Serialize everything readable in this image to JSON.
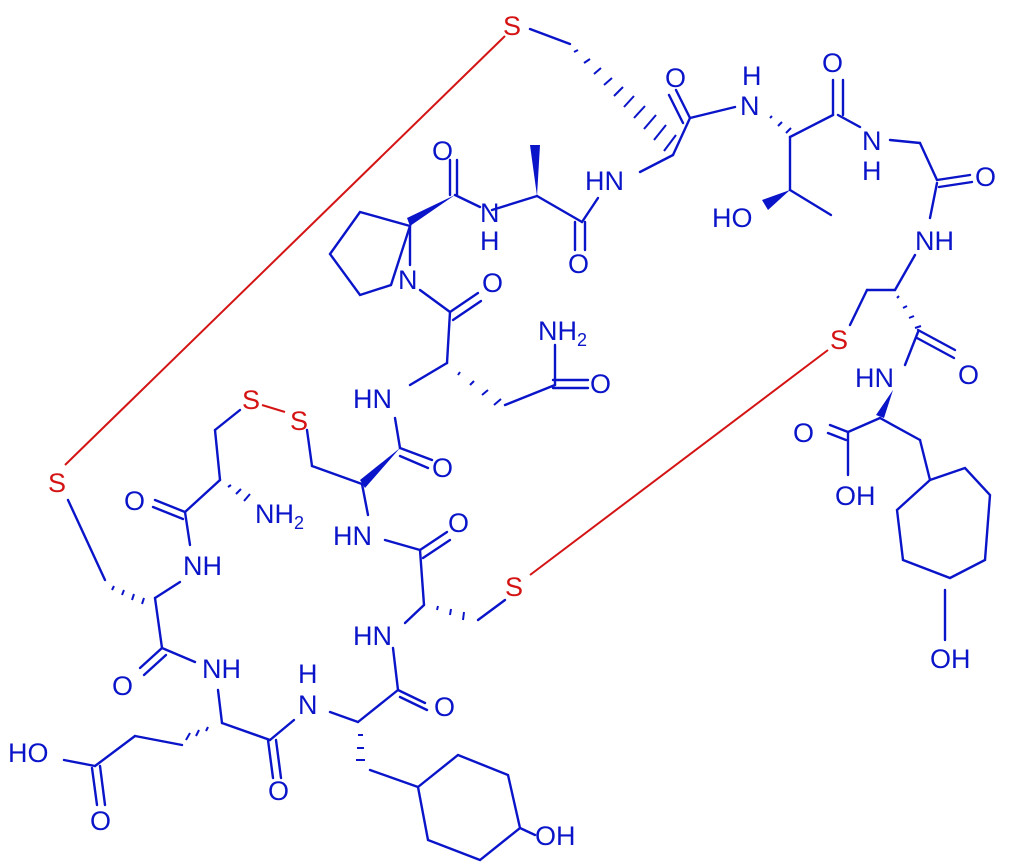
{
  "diagram": {
    "type": "chemical-structure",
    "description": "Cyclic peptide with three disulfide bridges",
    "colors": {
      "bonds": "#0a14c8",
      "disulfide": "#d41414",
      "background": "#ffffff"
    },
    "labels": {
      "s_top": "S",
      "s_left": "S",
      "s_right_upper": "S",
      "s_right_lower": "S",
      "s_ss_a": "S",
      "s_ss_b": "S",
      "o_thr_co": "O",
      "nh_thr_h": "H",
      "nh_thr_n": "N",
      "o_thr2": "O",
      "nh_gly_n": "N",
      "nh_gly_h": "H",
      "o_gly": "O",
      "nh_cys": "NH",
      "ho_thr": "HO",
      "hn_ala": "HN",
      "o_pro": "O",
      "n_ala": "N",
      "h_ala": "H",
      "o_ala": "O",
      "n_pro": "N",
      "o_asn": "O",
      "nh2_asn_n": "NH",
      "nh2_asn_2": "2",
      "o_asn_amide": "O",
      "hn_asn": "HN",
      "o_cys2": "O",
      "hn_cys2": "HN",
      "o_cys3": "O",
      "o_cys1": "O",
      "nh2_cys1": "NH",
      "nh2_cys1_2": "2",
      "nh_cys1": "NH",
      "hn_cys4": "HN",
      "o_cysL": "O",
      "nh_glu": "NH",
      "h_tyr": "H",
      "n_tyr": "N",
      "o_tyr": "O",
      "ho_glu": "HO",
      "o_glu_acid": "O",
      "o_glu_co": "O",
      "oh_tyr1": "OH",
      "hn_tyr2": "HN",
      "o_cysR": "O",
      "o_acid": "O",
      "oh_acid": "OH",
      "oh_tyr2": "OH"
    }
  }
}
